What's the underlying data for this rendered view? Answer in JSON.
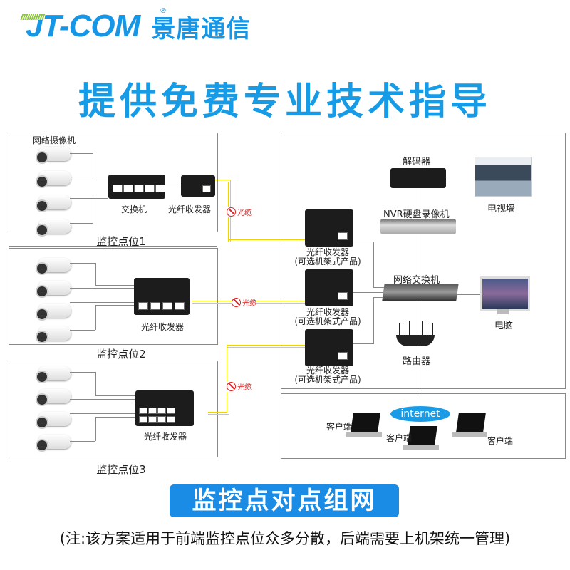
{
  "brand": {
    "name_en": "JT-COM",
    "registered_mark": "®",
    "name_cn": "景唐通信",
    "color": "#1696e6"
  },
  "headline": "提供免费专业技术指导",
  "sites": [
    {
      "title": "监控点位1",
      "camera_label": "网络摄像机",
      "devices": [
        "交换机",
        "光纤收发器"
      ],
      "cable_label": "光缆"
    },
    {
      "title": "监控点位2",
      "devices": [
        "光纤收发器"
      ],
      "cable_label": "光缆"
    },
    {
      "title": "监控点位3",
      "devices": [
        "光纤收发器"
      ],
      "cable_label": "光缆"
    }
  ],
  "center": {
    "decoder": "解码器",
    "tv_wall": "电视墙",
    "nvr": "NVR硬盘录像机",
    "transceivers": [
      {
        "line1": "光纤收发器",
        "line2": "(可选机架式产品)"
      },
      {
        "line1": "光纤收发器",
        "line2": "(可选机架式产品)"
      },
      {
        "line1": "光纤收发器",
        "line2": "(可选机架式产品)"
      }
    ],
    "switch": "网络交换机",
    "pc": "电脑",
    "router": "路由器"
  },
  "clients": {
    "internet": "internet",
    "items": [
      "客户端",
      "客户端",
      "客户端"
    ]
  },
  "badge": "监控点对点组网",
  "note": "(注:该方案适用于前端监控点位众多分散，后端需要上机架统一管理)",
  "colors": {
    "fiber": "#f0d400",
    "cable_label": "#e02020",
    "badge_bg": "#1a8ce6",
    "internet_bg": "#1a9be6"
  }
}
